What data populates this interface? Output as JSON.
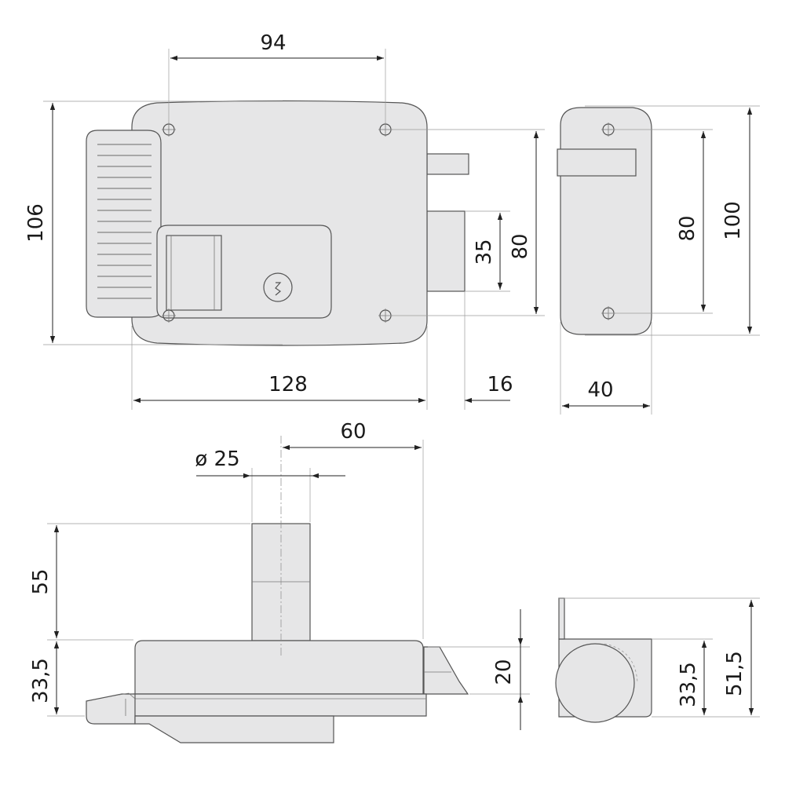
{
  "dimensions": {
    "front_hole_spacing": "94",
    "front_height": "106",
    "front_width": "128",
    "bolt_projection": "16",
    "bolt_height": "35",
    "front_hole_vertical": "80",
    "side_hole_vertical": "80",
    "side_height": "100",
    "side_depth": "40",
    "bottom_offset": "60",
    "cylinder_diameter": "ø 25",
    "cylinder_length": "55",
    "body_depth_left": "33,5",
    "latch_height": "20",
    "body_depth_right": "33,5",
    "total_depth_right": "51,5"
  },
  "colors": {
    "body_fill": "#e6e6e7",
    "outline": "#555555",
    "dimension_line": "#222222"
  }
}
